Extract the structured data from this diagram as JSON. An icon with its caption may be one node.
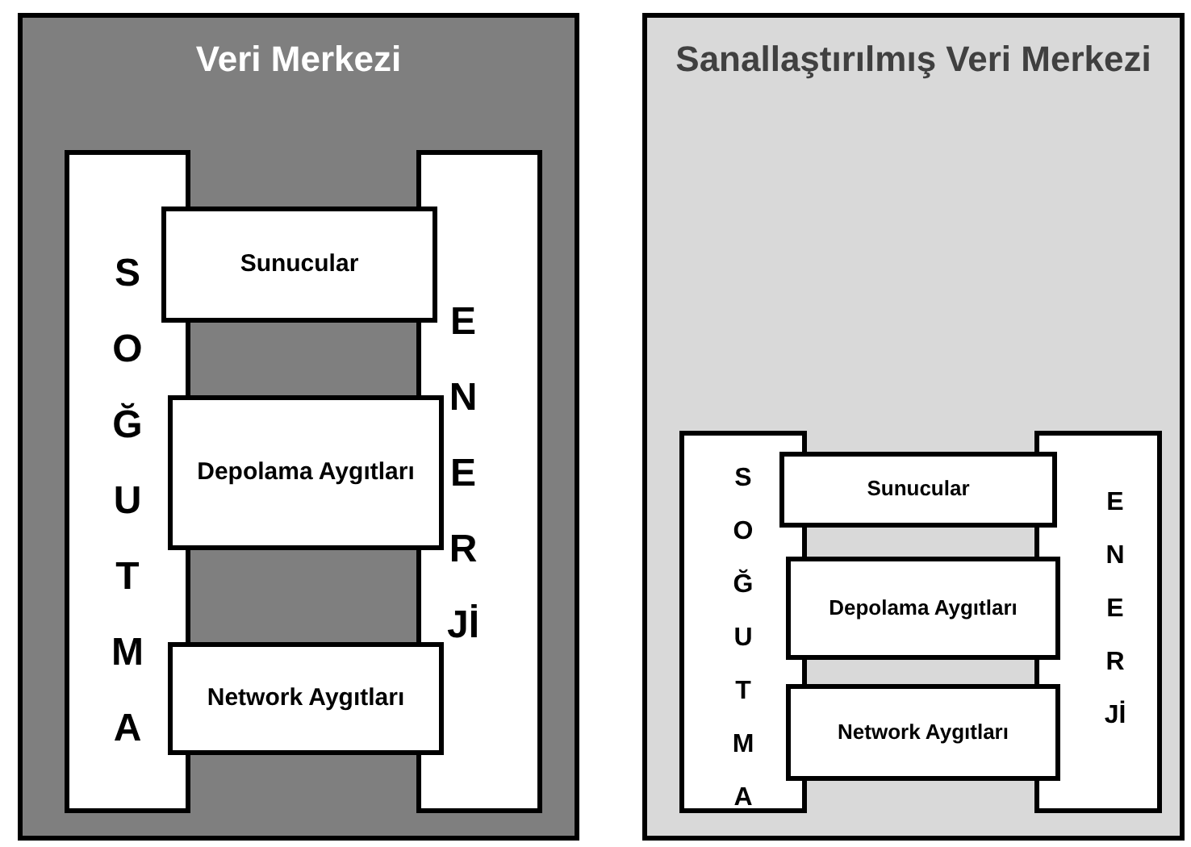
{
  "diagram": {
    "nodes": [
      {
        "text": [
          "Veri Merkezi"
        ]
      },
      {
        "text": [
          "SOĞUTMA"
        ],
        "in": 0
      },
      {
        "text": [
          "ENERJİ"
        ],
        "in": 0
      },
      {
        "text": [
          "Sunucular"
        ],
        "in": 0
      },
      {
        "text": [
          "Depolama Aygıtları"
        ],
        "in": 0
      },
      {
        "text": [
          "Network Aygıtları"
        ],
        "in": 0
      },
      {
        "text": [
          "Sanallaştırılmış Veri Merkezi"
        ]
      },
      {
        "text": [
          "SOĞUTMA"
        ],
        "in": 6
      },
      {
        "text": [
          "ENERJİ"
        ],
        "in": 6
      },
      {
        "text": [
          "Sunucular"
        ],
        "in": 6
      },
      {
        "text": [
          "Depolama Aygıtları"
        ],
        "in": 6
      },
      {
        "text": [
          "Network Aygıtları"
        ],
        "in": 6
      }
    ]
  }
}
